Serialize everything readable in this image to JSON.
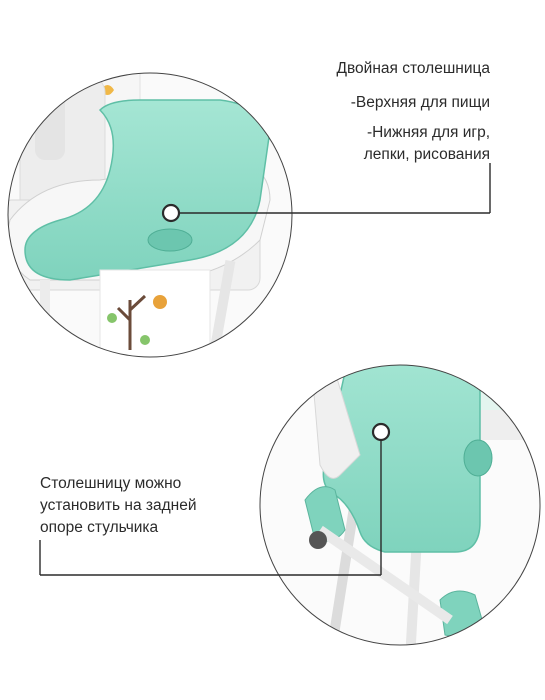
{
  "top_panel": {
    "heading": "Двойная столешница",
    "line_upper": "-Верхняя для пищи",
    "line_lower_1": "-Нижняя для игр,",
    "line_lower_2": "лепки, рисования"
  },
  "bottom_panel": {
    "line_1": "Столешницу можно",
    "line_2": "установить на задней",
    "line_3": "опоре стульчика"
  },
  "colors": {
    "tray": "#8fdcc8",
    "tray_dark": "#6cc6af",
    "frame": "#f4f4f4",
    "line": "#2b2b2b",
    "circle_stroke": "#444444"
  }
}
